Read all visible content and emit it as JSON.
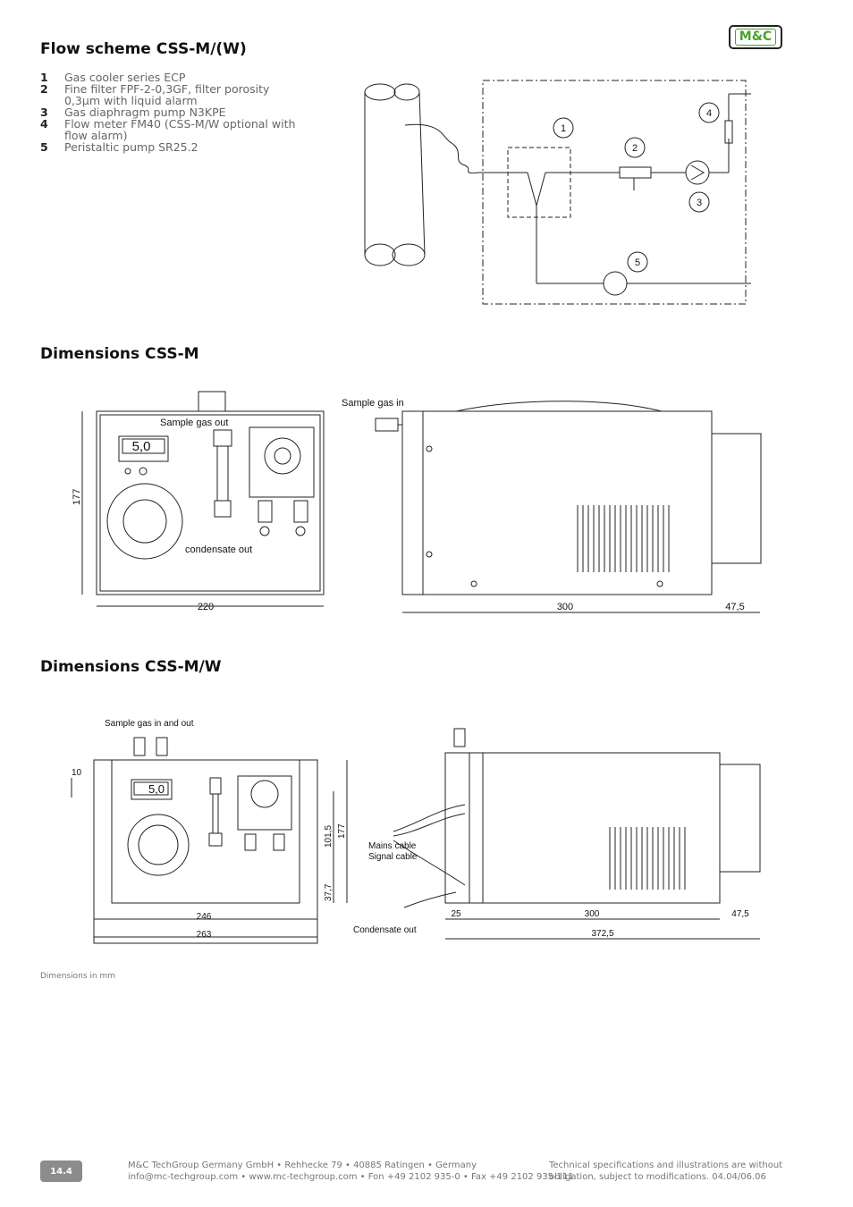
{
  "headings": {
    "flow": "Flow scheme CSS-M/(W)",
    "dims_m": "Dimensions CSS-M",
    "dims_mw": "Dimensions CSS-M/W"
  },
  "logo": {
    "text": "M&C"
  },
  "legend": [
    {
      "num": "1",
      "text": "Gas cooler series ECP"
    },
    {
      "num": "2",
      "text": "Fine filter FPF-2-0,3GF, filter porosity 0,3µm with liquid alarm"
    },
    {
      "num": "3",
      "text": "Gas diaphragm pump N3KPE"
    },
    {
      "num": "4",
      "text": "Flow meter FM40 (CSS-M/W optional with flow alarm)"
    },
    {
      "num": "5",
      "text": "Peristaltic pump SR25.2"
    }
  ],
  "flow_callouts": [
    "1",
    "2",
    "3",
    "4",
    "5"
  ],
  "css_m": {
    "sample_gas_out": "Sample gas out",
    "condensate_out": "condensate out",
    "sample_gas_in": "Sample gas in",
    "display": "5,0",
    "dim_height": "177",
    "dim_width": "220",
    "dim_depth": "300",
    "dim_extra": "47,5"
  },
  "css_mw": {
    "sample_gas_in_out": "Sample gas in and out",
    "display": "5,0",
    "dim_top": "10",
    "dim_101": "101,5",
    "dim_177": "177",
    "dim_37": "37,7",
    "dim_246": "246",
    "dim_263": "263",
    "mains_cable": "Mains cable",
    "signal_cable": "Signal cable",
    "condensate_out": "Condensate out",
    "dim_25": "25",
    "dim_300": "300",
    "dim_475": "47,5",
    "dim_3725": "372,5"
  },
  "note": "Dimensions in mm",
  "footer": {
    "page": "14.4",
    "company_line1": "M&C TechGroup Germany GmbH • Rehhecke 79 • 40885 Ratingen • Germany",
    "company_line2": "info@mc-techgroup.com • www.mc-techgroup.com • Fon +49 2102 935-0 • Fax +49 2102 935-111",
    "disclaimer_line1": "Technical specifications and illustrations are without",
    "disclaimer_line2": "obligation, subject to modifications. 04.04/06.06"
  },
  "colors": {
    "logo_green": "#4aa32f",
    "badge_gray": "#8c8c8c"
  }
}
